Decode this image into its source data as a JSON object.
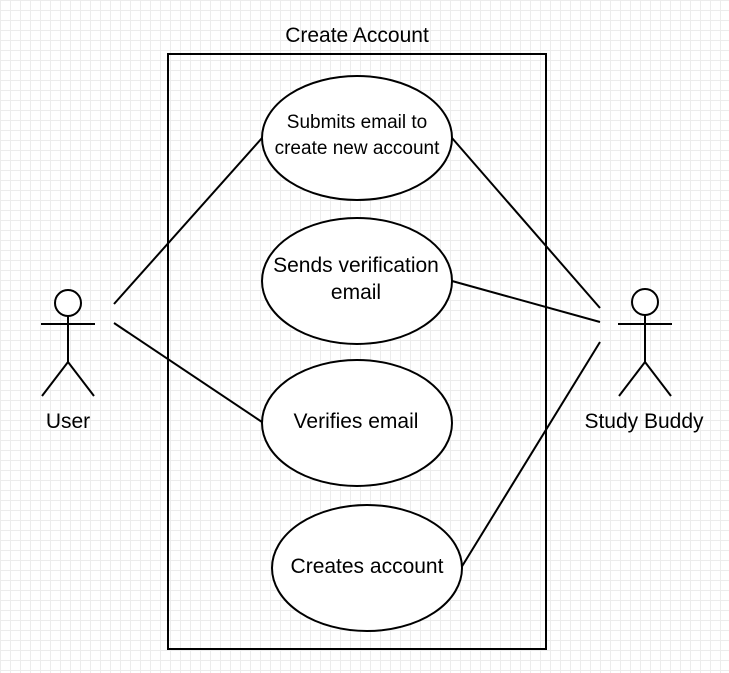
{
  "diagram": {
    "system_title": "Create Account",
    "actors": {
      "left": {
        "label": "User"
      },
      "right": {
        "label": "Study Buddy"
      }
    },
    "use_cases": [
      {
        "lines": [
          "Submits email to",
          "create new account"
        ]
      },
      {
        "lines": [
          "Sends verification",
          "email"
        ]
      },
      {
        "lines": [
          "Verifies email"
        ]
      },
      {
        "lines": [
          "Creates account"
        ]
      }
    ]
  }
}
